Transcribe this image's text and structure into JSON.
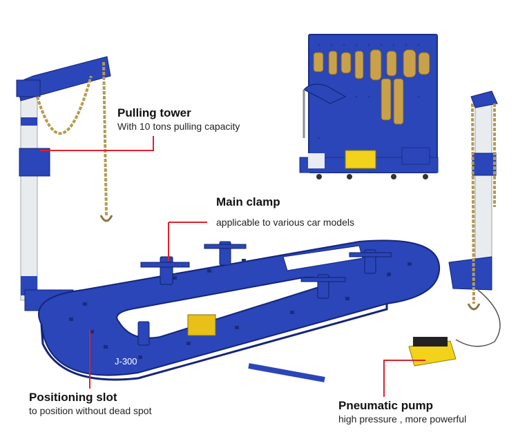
{
  "callouts": {
    "pulling_tower": {
      "title": "Pulling tower",
      "description": "With 10 tons pulling capacity"
    },
    "main_clamp": {
      "title": "Main clamp",
      "description": "applicable to various car models"
    },
    "positioning_slot": {
      "title": "Positioning slot",
      "description": "to position without dead spot"
    },
    "pneumatic_pump": {
      "title": "Pneumatic pump",
      "description": "high pressure , more powerful"
    }
  },
  "machine": {
    "model_label": "J-300"
  },
  "colors": {
    "frame_blue": "#2a46b8",
    "callout_red": "#e0202a",
    "pump_yellow": "#f2d21a",
    "tower_white": "#e8ecef",
    "chain_gold": "#b59b52"
  }
}
